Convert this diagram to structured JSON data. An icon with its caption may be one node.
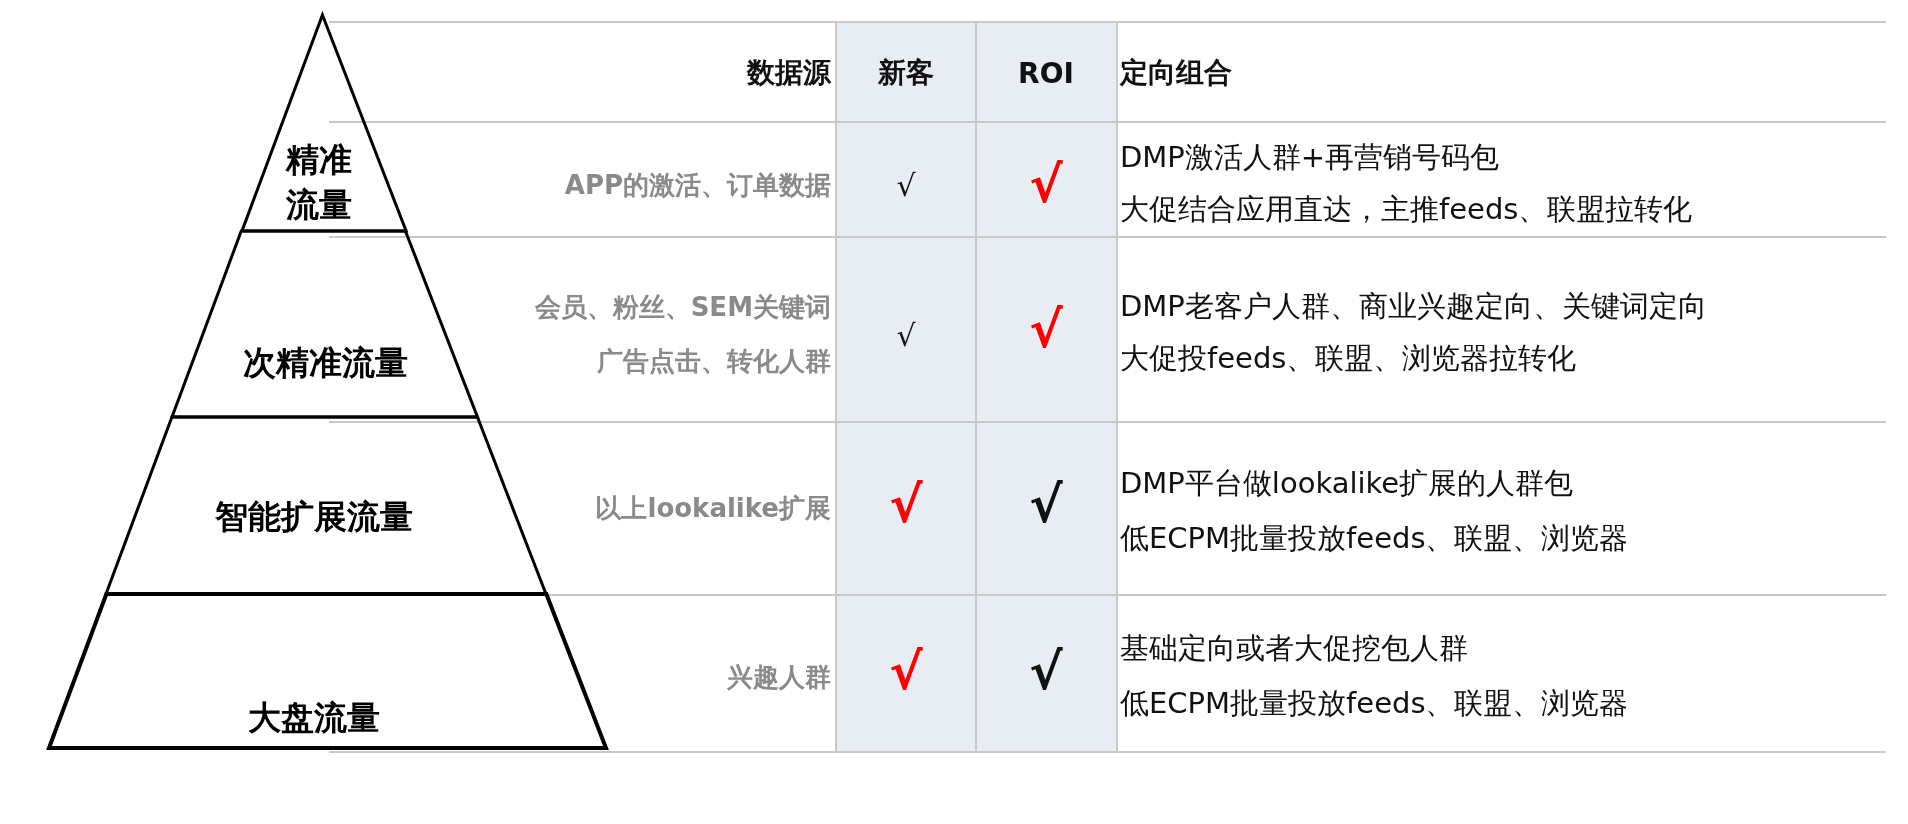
{
  "diagram": {
    "nodes": [
      {
        "text": [
          "精准流量"
        ]
      },
      {
        "text": [
          "次精准流量"
        ]
      },
      {
        "text": [
          "智能扩展流量"
        ]
      },
      {
        "text": [
          "大盘流量"
        ]
      }
    ],
    "labels": [
      "数据源",
      "新客",
      "ROI",
      "定向组合",
      "APP的激活、订单数据",
      "√",
      "√",
      "DMP激活人群+再营销号码包",
      "大促结合应用直达，主推feeds、联盟拉转化",
      "会员、粉丝、SEM关键词",
      "广告点击、转化人群",
      "√",
      "√",
      "DMP老客户人群、商业兴趣定向、关键词定向",
      "大促投feeds、联盟、浏览器拉转化",
      "以上lookalike扩展",
      "√",
      "√",
      "DMP平台做lookalike扩展的人群包",
      "低ECPM批量投放feeds、联盟、浏览器",
      "兴趣人群",
      "√",
      "√",
      "基础定向或者大促挖包人群",
      "低ECPM批量投放feeds、联盟、浏览器"
    ]
  }
}
